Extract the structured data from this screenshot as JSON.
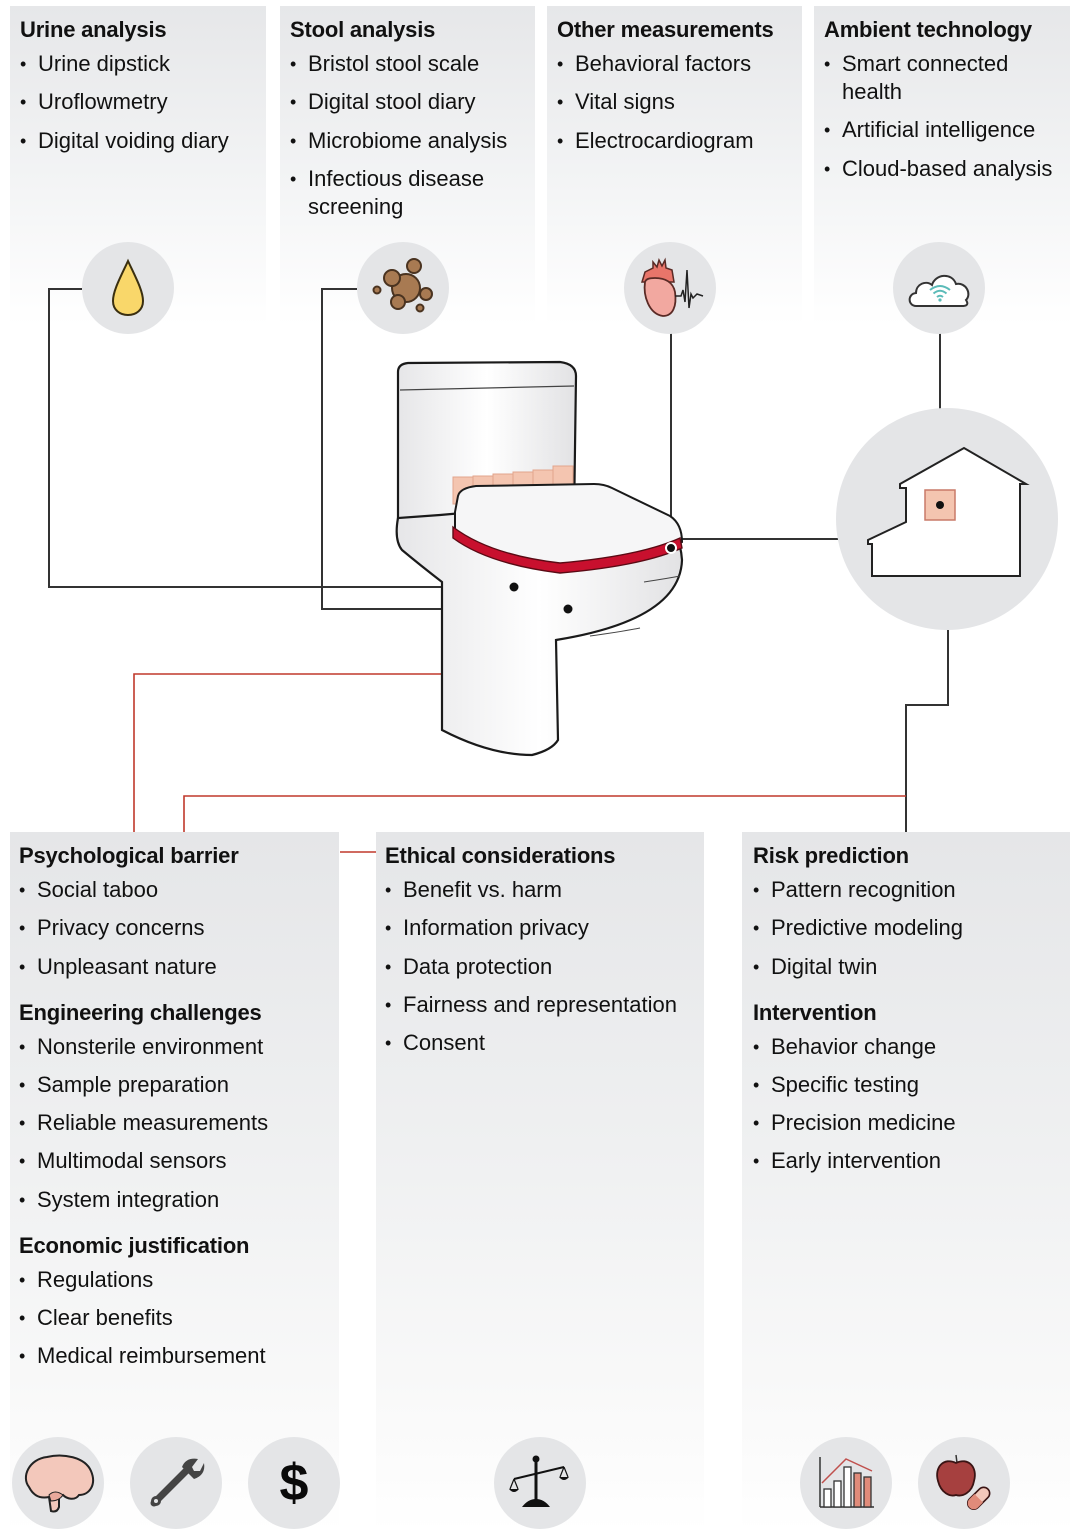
{
  "top_panels": [
    {
      "title": "Urine analysis",
      "items": [
        "Urine dipstick",
        "Uroflowmetry",
        "Digital voiding diary"
      ],
      "icon": "urine-drop-icon"
    },
    {
      "title": "Stool analysis",
      "items": [
        "Bristol stool scale",
        "Digital stool diary",
        "Microbiome analysis",
        "Infectious disease screening"
      ],
      "icon": "stool-icon"
    },
    {
      "title": "Other measurements",
      "items": [
        "Behavioral factors",
        "Vital signs",
        "Electrocardiogram"
      ],
      "icon": "heart-ecg-icon"
    },
    {
      "title": "Ambient technology",
      "items": [
        "Smart connected health",
        "Artificial intelligence",
        "Cloud-based analysis"
      ],
      "icon": "cloud-wifi-icon"
    }
  ],
  "center": {
    "illustration": "smart-toilet",
    "house_icon": "house-icon"
  },
  "bottom_panels": [
    {
      "groups": [
        {
          "title": "Psychological barrier",
          "items": [
            "Social taboo",
            "Privacy concerns",
            "Unpleasant nature"
          ]
        },
        {
          "title": "Engineering challenges",
          "items": [
            "Nonsterile environment",
            "Sample preparation",
            "Reliable measurements",
            "Multimodal sensors",
            "System integration"
          ]
        },
        {
          "title": "Economic justification",
          "items": [
            "Regulations",
            "Clear benefits",
            "Medical reimbursement"
          ]
        }
      ],
      "icons": [
        "brain-icon",
        "wrench-icon",
        "dollar-icon"
      ]
    },
    {
      "groups": [
        {
          "title": "Ethical considerations",
          "items": [
            "Benefit vs. harm",
            "Information privacy",
            "Data protection",
            "Fairness and representation",
            "Consent"
          ]
        }
      ],
      "icons": [
        "scales-icon"
      ]
    },
    {
      "groups": [
        {
          "title": "Risk prediction",
          "items": [
            "Pattern recognition",
            "Predictive modeling",
            "Digital twin"
          ]
        },
        {
          "title": "Intervention",
          "items": [
            "Behavior change",
            "Specific testing",
            "Precision medicine",
            "Early intervention"
          ]
        }
      ],
      "icons": [
        "bar-chart-icon",
        "apple-pill-icon"
      ]
    }
  ],
  "icon_glyphs": {
    "dollar": "$"
  },
  "colors": {
    "accent_red": "#c8102e",
    "connector_red": "#c0392b",
    "connector_dark": "#333333",
    "sensor_pink": "#f4c5b0",
    "urine_yellow": "#f9d76a",
    "stool_brown": "#a87a52",
    "circle_gray": "#e4e5e7"
  }
}
